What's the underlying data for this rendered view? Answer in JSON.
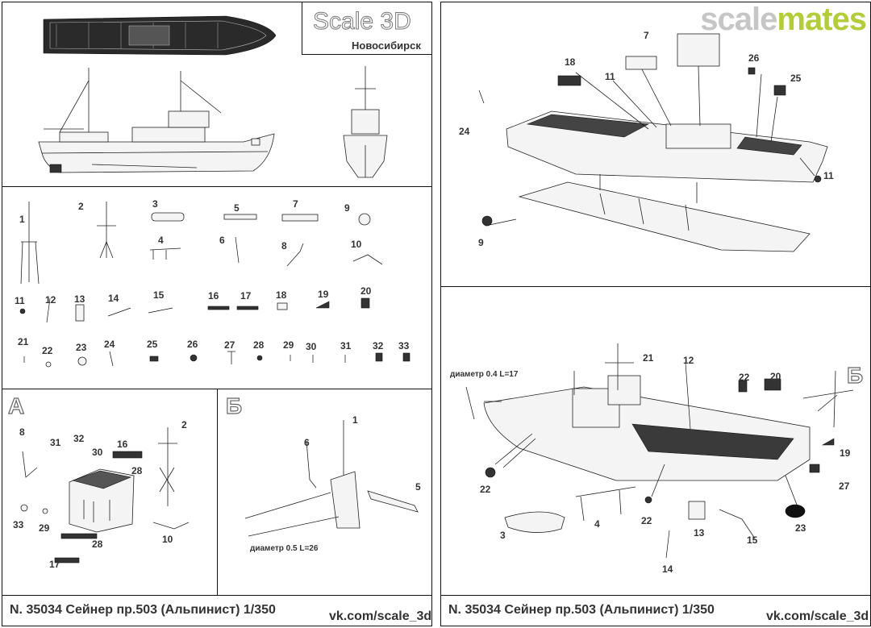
{
  "watermark": {
    "part1": "scale",
    "part2": "mates",
    "color1": "#c6c6c6",
    "color2": "#b2cc3a"
  },
  "brand": {
    "name": "Scale 3D",
    "city": "Новосибирск"
  },
  "footer": {
    "title": "N. 35034 Сейнер пр.503 (Альпинист) 1/350",
    "site": "vk.com/scale_3d"
  },
  "sections": {
    "a": "А",
    "b": "Б"
  },
  "notes": {
    "wire_04": "диаметр 0.4 L=17",
    "wire_05": "диаметр 0.5 L=26"
  },
  "parts_numbers": [
    "1",
    "2",
    "3",
    "4",
    "5",
    "6",
    "7",
    "8",
    "9",
    "10",
    "11",
    "12",
    "13",
    "14",
    "15",
    "16",
    "17",
    "18",
    "19",
    "20",
    "21",
    "22",
    "23",
    "24",
    "25",
    "26",
    "27",
    "28",
    "29",
    "30",
    "31",
    "32",
    "33"
  ],
  "assembly_main_labels": [
    "7",
    "18",
    "11",
    "26",
    "25",
    "24",
    "11",
    "9"
  ],
  "assembly_a_labels": [
    "8",
    "31",
    "32",
    "30",
    "16",
    "2",
    "28",
    "33",
    "29",
    "10",
    "28",
    "17"
  ],
  "assembly_b_labels": [
    "1",
    "6",
    "5"
  ],
  "assembly_final_labels": [
    "21",
    "12",
    "22",
    "20",
    "19",
    "27",
    "22",
    "22",
    "4",
    "13",
    "23",
    "3",
    "15",
    "14"
  ]
}
